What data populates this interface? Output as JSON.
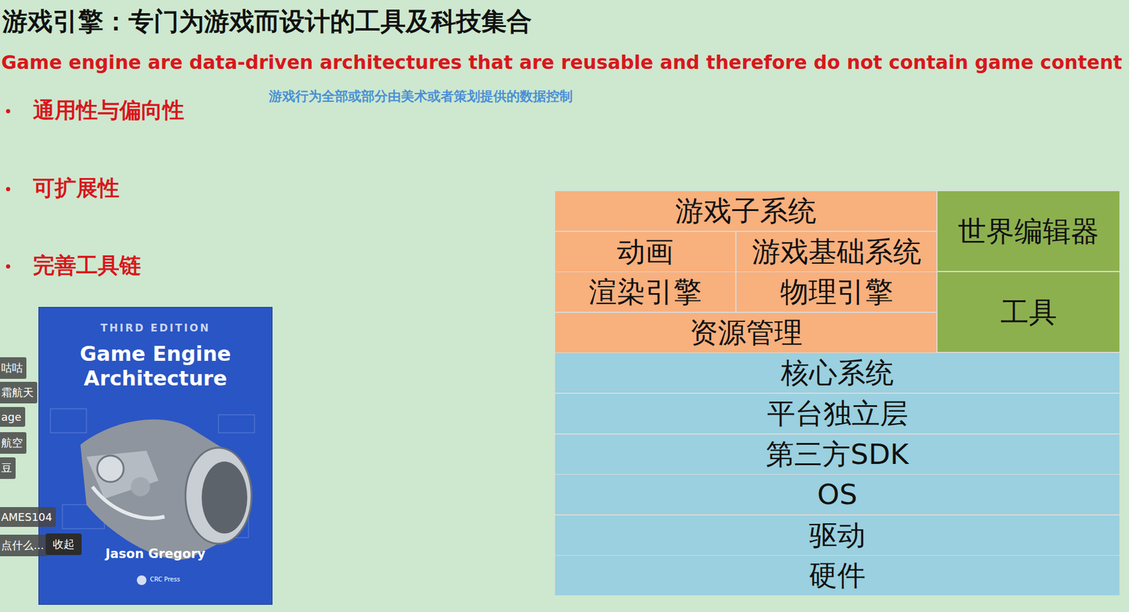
{
  "diagram": {
    "title": "游戏引擎：专门为游戏而设计的工具及科技集合",
    "nodes": [
      {
        "text": [
          "游戏子系统"
        ]
      },
      {
        "text": [
          "世界编辑器"
        ]
      },
      {
        "text": [
          "动画"
        ]
      },
      {
        "text": [
          "游戏基础系统"
        ]
      },
      {
        "text": [
          "渲染引擎"
        ]
      },
      {
        "text": [
          "物理引擎"
        ]
      },
      {
        "text": [
          "工具"
        ]
      },
      {
        "text": [
          "资源管理"
        ]
      },
      {
        "text": [
          "核心系统"
        ]
      },
      {
        "text": [
          "平台独立层"
        ]
      },
      {
        "text": [
          "第三方SDK"
        ]
      },
      {
        "text": [
          "OS"
        ]
      },
      {
        "text": [
          "驱动"
        ]
      },
      {
        "text": [
          "硬件"
        ]
      }
    ],
    "labels": [
      "Game engine are data-driven architectures that are reusable and therefore do not contain game content",
      "游戏行为全部或部分由美术或者策划提供的数据控制",
      "通用性与偏向性",
      "可扩展性",
      "完善工具链",
      "THIRD EDITION",
      "Game Engine Architecture",
      "Jason Gregory",
      "CRC Press",
      "咕咕",
      "霜航天",
      "age",
      "航空",
      "豆",
      "AMES104",
      "点什么...",
      "收起"
    ]
  }
}
